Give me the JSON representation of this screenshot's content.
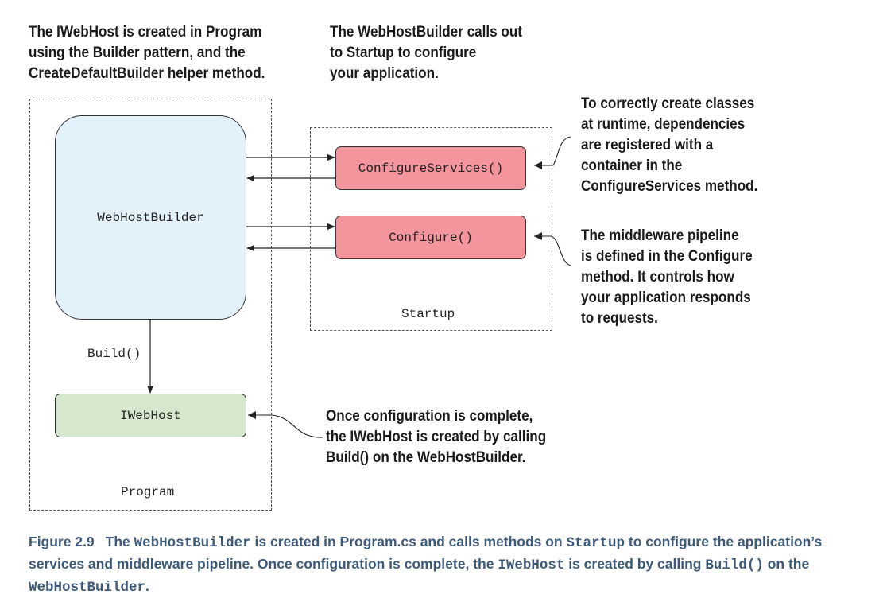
{
  "annotations": {
    "program_note": [
      "The IWebHost is created in Program",
      "using the Builder pattern, and the",
      "CreateDefaultBuilder helper method."
    ],
    "startup_note": [
      "The WebHostBuilder calls out",
      "to Startup to configure",
      "your application."
    ],
    "services_note": [
      "To correctly create classes",
      "at runtime, dependencies",
      "are registered with a",
      "container in the",
      "ConfigureServices method."
    ],
    "pipeline_note": [
      "The middleware pipeline",
      "is defined in the Configure",
      "method. It controls how",
      "your application responds",
      "to requests."
    ],
    "build_note": [
      "Once configuration is complete,",
      "the IWebHost is created by calling",
      "Build() on the WebHostBuilder."
    ]
  },
  "diagram": {
    "builder_label": "WebHostBuilder",
    "configure_services_label": "ConfigureServices()",
    "configure_label": "Configure()",
    "startup_label": "Startup",
    "build_label": "Build()",
    "iwebhost_label": "IWebHost",
    "program_label": "Program",
    "colors": {
      "builder_fill": "#e3f1fb",
      "method_fill": "#f4949c",
      "iwebhost_fill": "#d5e8cd",
      "caption": "#3e5a7a"
    }
  },
  "caption": {
    "figure": "Figure 2.9",
    "p1": "The ",
    "c1": "WebHostBuilder",
    "p2": " is created in Program.cs and calls methods on ",
    "c2": "Startup",
    "p3": " to configure the application’s services and middleware pipeline. Once configuration is complete, the ",
    "c3": "IWebHost",
    "p4": " is created by calling ",
    "c4": "Build()",
    "p5": " on the ",
    "c5": "WebHostBuilder",
    "p6": "."
  }
}
